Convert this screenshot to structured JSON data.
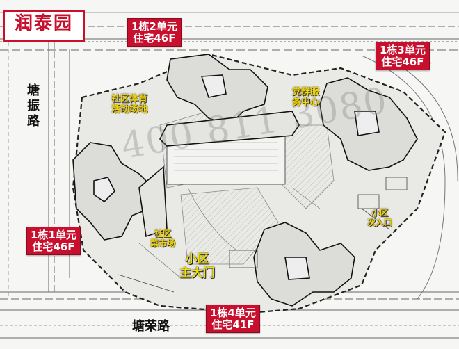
{
  "title": "润泰园",
  "watermark": "400 811 3080",
  "roads": {
    "west": "塘振路",
    "south": "塘荣路"
  },
  "buildings": [
    {
      "line1": "1栋2单元",
      "line2": "住宅46F"
    },
    {
      "line1": "1栋3单元",
      "line2": "住宅46F"
    },
    {
      "line1": "1栋1单元",
      "line2": "住宅46F"
    },
    {
      "line1": "1栋4单元",
      "line2": "住宅41F"
    }
  ],
  "facilities": {
    "sports": {
      "line1": "社区体育",
      "line2": "活动场地"
    },
    "party": {
      "line1": "党群服",
      "line2": "务中心"
    },
    "market": {
      "line1": "社区",
      "line2": "菜市场"
    },
    "side_entry": {
      "line1": "小区",
      "line2": "次入口"
    },
    "main_gate": {
      "line1": "小区",
      "line2": "主大门"
    }
  },
  "colors": {
    "badge_red": "#c8102e",
    "highlight_yellow": "#f2d400"
  }
}
